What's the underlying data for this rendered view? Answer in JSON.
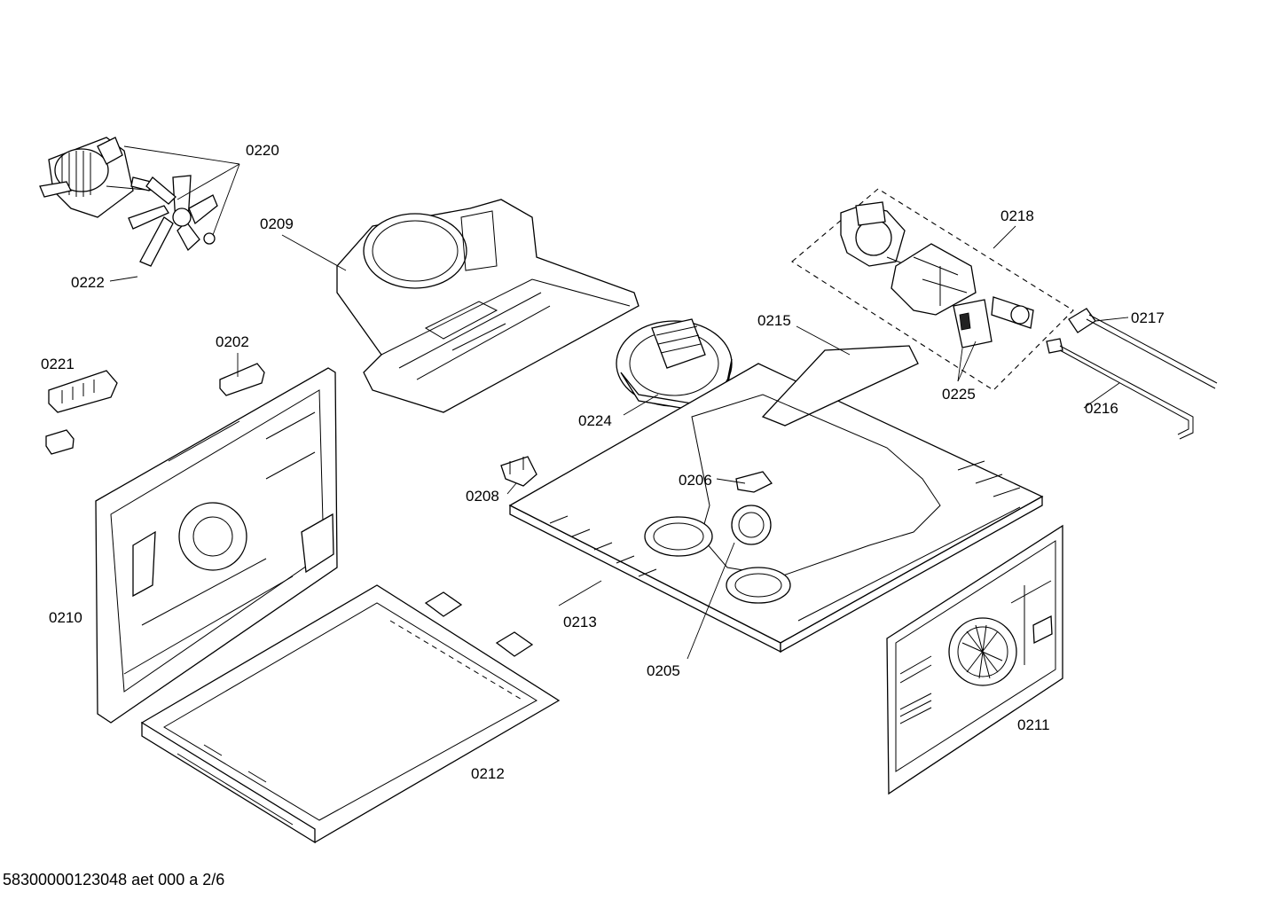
{
  "diagram": {
    "callouts": {
      "c0220": "0220",
      "c0222": "0222",
      "c0209": "0209",
      "c0218": "0218",
      "c0215": "0215",
      "c0217": "0217",
      "c0225": "0225",
      "c0216": "0216",
      "c0224": "0224",
      "c0202": "0202",
      "c0221": "0221",
      "c0206": "0206",
      "c0208": "0208",
      "c0210": "0210",
      "c0213": "0213",
      "c0205": "0205",
      "c0211": "0211",
      "c0212": "0212"
    },
    "footer": "58300000123048 aet 000 a 2/6"
  }
}
